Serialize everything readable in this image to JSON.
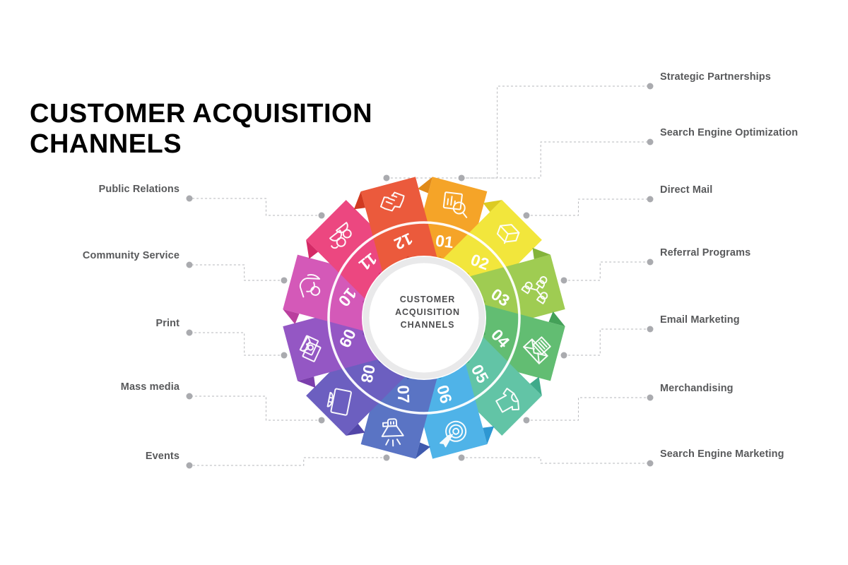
{
  "title": {
    "line1": "CUSTOMER ACQUISITION",
    "line2": "CHANNELS"
  },
  "hub": {
    "line1": "CUSTOMER",
    "line2": "ACQUISITION",
    "line3": "CHANNELS"
  },
  "colors": {
    "background": "#ffffff",
    "title_text": "#000000",
    "label_text": "#58595b",
    "hub_text": "#4d4d4f",
    "connector": "#b6b7bb",
    "connector_dot": "#aaabaf",
    "ring": "#ffffff",
    "hub_ring": "#e9e9ea"
  },
  "segments": [
    {
      "number": "01",
      "label": "Search Engine  Optimization",
      "color": "#f5a428",
      "fold": "#e08a18",
      "icon": "chart-magnifier-icon",
      "side": "right"
    },
    {
      "number": "02",
      "label": "Direct Mail",
      "color": "#f2e63c",
      "fold": "#dccb22",
      "icon": "box-icon",
      "side": "right"
    },
    {
      "number": "03",
      "label": "Referral Programs",
      "color": "#9fcc52",
      "fold": "#84b33a",
      "icon": "people-network-icon",
      "side": "right"
    },
    {
      "number": "04",
      "label": "Email Marketing",
      "color": "#62bd72",
      "fold": "#44a158",
      "icon": "envelope-icon",
      "side": "right"
    },
    {
      "number": "05",
      "label": "Merchandising",
      "color": "#62c4a6",
      "fold": "#3faa8a",
      "icon": "tshirt-icon",
      "side": "right"
    },
    {
      "number": "06",
      "label": "Search Engine  Marketing",
      "color": "#4fb3e8",
      "fold": "#2e97d2",
      "icon": "target-cursor-icon",
      "side": "right"
    },
    {
      "number": "07",
      "label": "Events",
      "color": "#5a74c4",
      "fold": "#3f5aae",
      "icon": "megaphone-icon",
      "side": "left"
    },
    {
      "number": "08",
      "label": "Mass media",
      "color": "#6c5fc0",
      "fold": "#5246a8",
      "icon": "monitor-icon",
      "side": "left"
    },
    {
      "number": "09",
      "label": "Print",
      "color": "#9457c4",
      "fold": "#7b3fac",
      "icon": "photos-icon",
      "side": "left"
    },
    {
      "number": "10",
      "label": "Community  Service",
      "color": "#d459b8",
      "fold": "#ba3f9e",
      "icon": "person-care-icon",
      "side": "left"
    },
    {
      "number": "11",
      "label": "Public  Relations",
      "color": "#ec4780",
      "fold": "#d42a66",
      "icon": "people-group-icon",
      "side": "left"
    },
    {
      "number": "12",
      "label": "Strategic Partnerships",
      "color": "#eb5a3c",
      "fold": "#d13a20",
      "icon": "handshake-icon",
      "side": "left"
    }
  ]
}
